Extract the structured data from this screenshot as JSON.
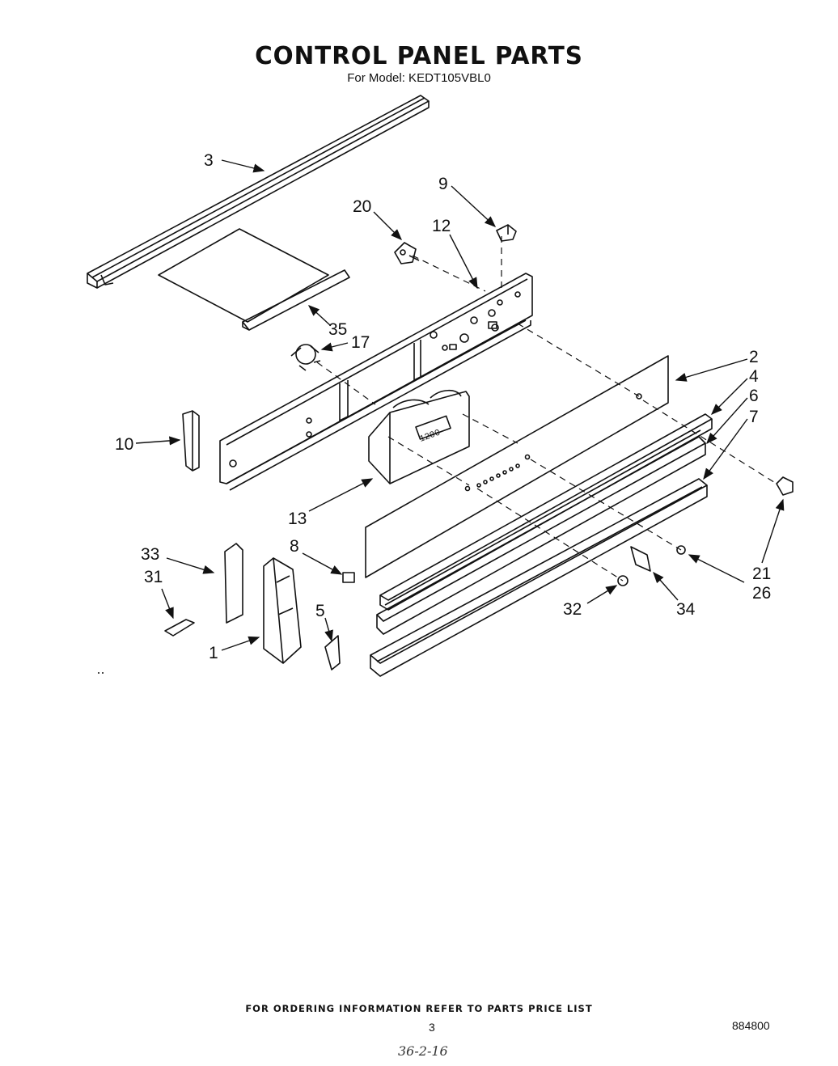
{
  "header": {
    "title": "CONTROL PANEL PARTS",
    "subtitle": "For Model: KEDT105VBL0"
  },
  "diagram": {
    "callouts": [
      {
        "id": "3",
        "label": "3"
      },
      {
        "id": "20",
        "label": "20"
      },
      {
        "id": "9",
        "label": "9"
      },
      {
        "id": "12",
        "label": "12"
      },
      {
        "id": "35",
        "label": "35"
      },
      {
        "id": "17",
        "label": "17"
      },
      {
        "id": "2",
        "label": "2"
      },
      {
        "id": "4",
        "label": "4"
      },
      {
        "id": "6",
        "label": "6"
      },
      {
        "id": "7",
        "label": "7"
      },
      {
        "id": "10",
        "label": "10"
      },
      {
        "id": "13",
        "label": "13"
      },
      {
        "id": "8",
        "label": "8"
      },
      {
        "id": "33",
        "label": "33"
      },
      {
        "id": "31",
        "label": "31"
      },
      {
        "id": "5",
        "label": "5"
      },
      {
        "id": "1",
        "label": "1"
      },
      {
        "id": "32",
        "label": "32"
      },
      {
        "id": "34",
        "label": "34"
      },
      {
        "id": "21",
        "label": "21"
      },
      {
        "id": "26",
        "label": "26"
      }
    ],
    "clock_display": "1200"
  },
  "footer": {
    "ordering_note": "FOR ORDERING INFORMATION REFER TO PARTS PRICE LIST",
    "page_number": "3",
    "document_number": "884800",
    "handwritten_note": "36-2-16"
  }
}
